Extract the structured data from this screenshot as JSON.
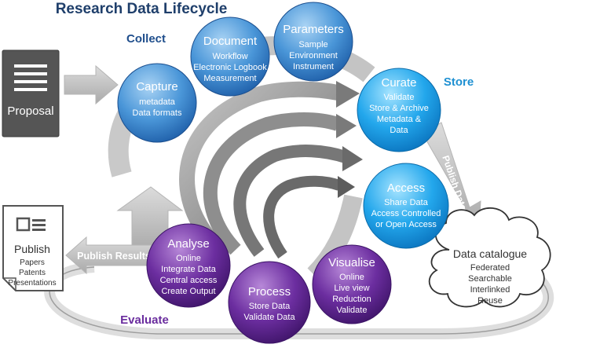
{
  "title": "Research Data Lifecycle",
  "phases": {
    "collect": "Collect",
    "store": "Store",
    "evaluate": "Evaluate"
  },
  "colors": {
    "title": "#1f3f6b",
    "collect": "#1f4e8c",
    "store": "#1e90d2",
    "evaluate": "#6a2d9e",
    "arrow": "#c8c8c8",
    "dark_box": "#555555"
  },
  "proposal": {
    "label": "Proposal",
    "icon": "document-lines-icon"
  },
  "publish": {
    "title": "Publish",
    "items": [
      "Papers",
      "Patents",
      "Presentations"
    ],
    "icon": "newspaper-icon"
  },
  "arrow_labels": {
    "publish_results": "Publish Results",
    "publish_data": "Publish Data"
  },
  "catalogue": {
    "title": "Data catalogue",
    "items": [
      "Federated",
      "Searchable",
      "Interlinked",
      "Reuse"
    ]
  },
  "stages": {
    "capture": {
      "title": "Capture",
      "items": [
        "metadata",
        "Data formats"
      ]
    },
    "document": {
      "title": "Document",
      "items": [
        "Workflow",
        "Electronic Logbook",
        "Measurement"
      ]
    },
    "parameters": {
      "title": "Parameters",
      "items": [
        "Sample",
        "Environment",
        "Instrument"
      ]
    },
    "curate": {
      "title": "Curate",
      "items": [
        "Validate",
        "Store & Archive",
        "Metadata &",
        "Data"
      ]
    },
    "access": {
      "title": "Access",
      "items": [
        "Share Data",
        "Access Controlled",
        "or Open Access"
      ]
    },
    "visualise": {
      "title": "Visualise",
      "items": [
        "Online",
        "Live view",
        "Reduction",
        "Validate"
      ]
    },
    "process": {
      "title": "Process",
      "items": [
        "Store Data",
        "Validate Data"
      ]
    },
    "analyse": {
      "title": "Analyse",
      "items": [
        "Online",
        "Integrate Data",
        "Central access",
        "Create Output"
      ]
    }
  }
}
